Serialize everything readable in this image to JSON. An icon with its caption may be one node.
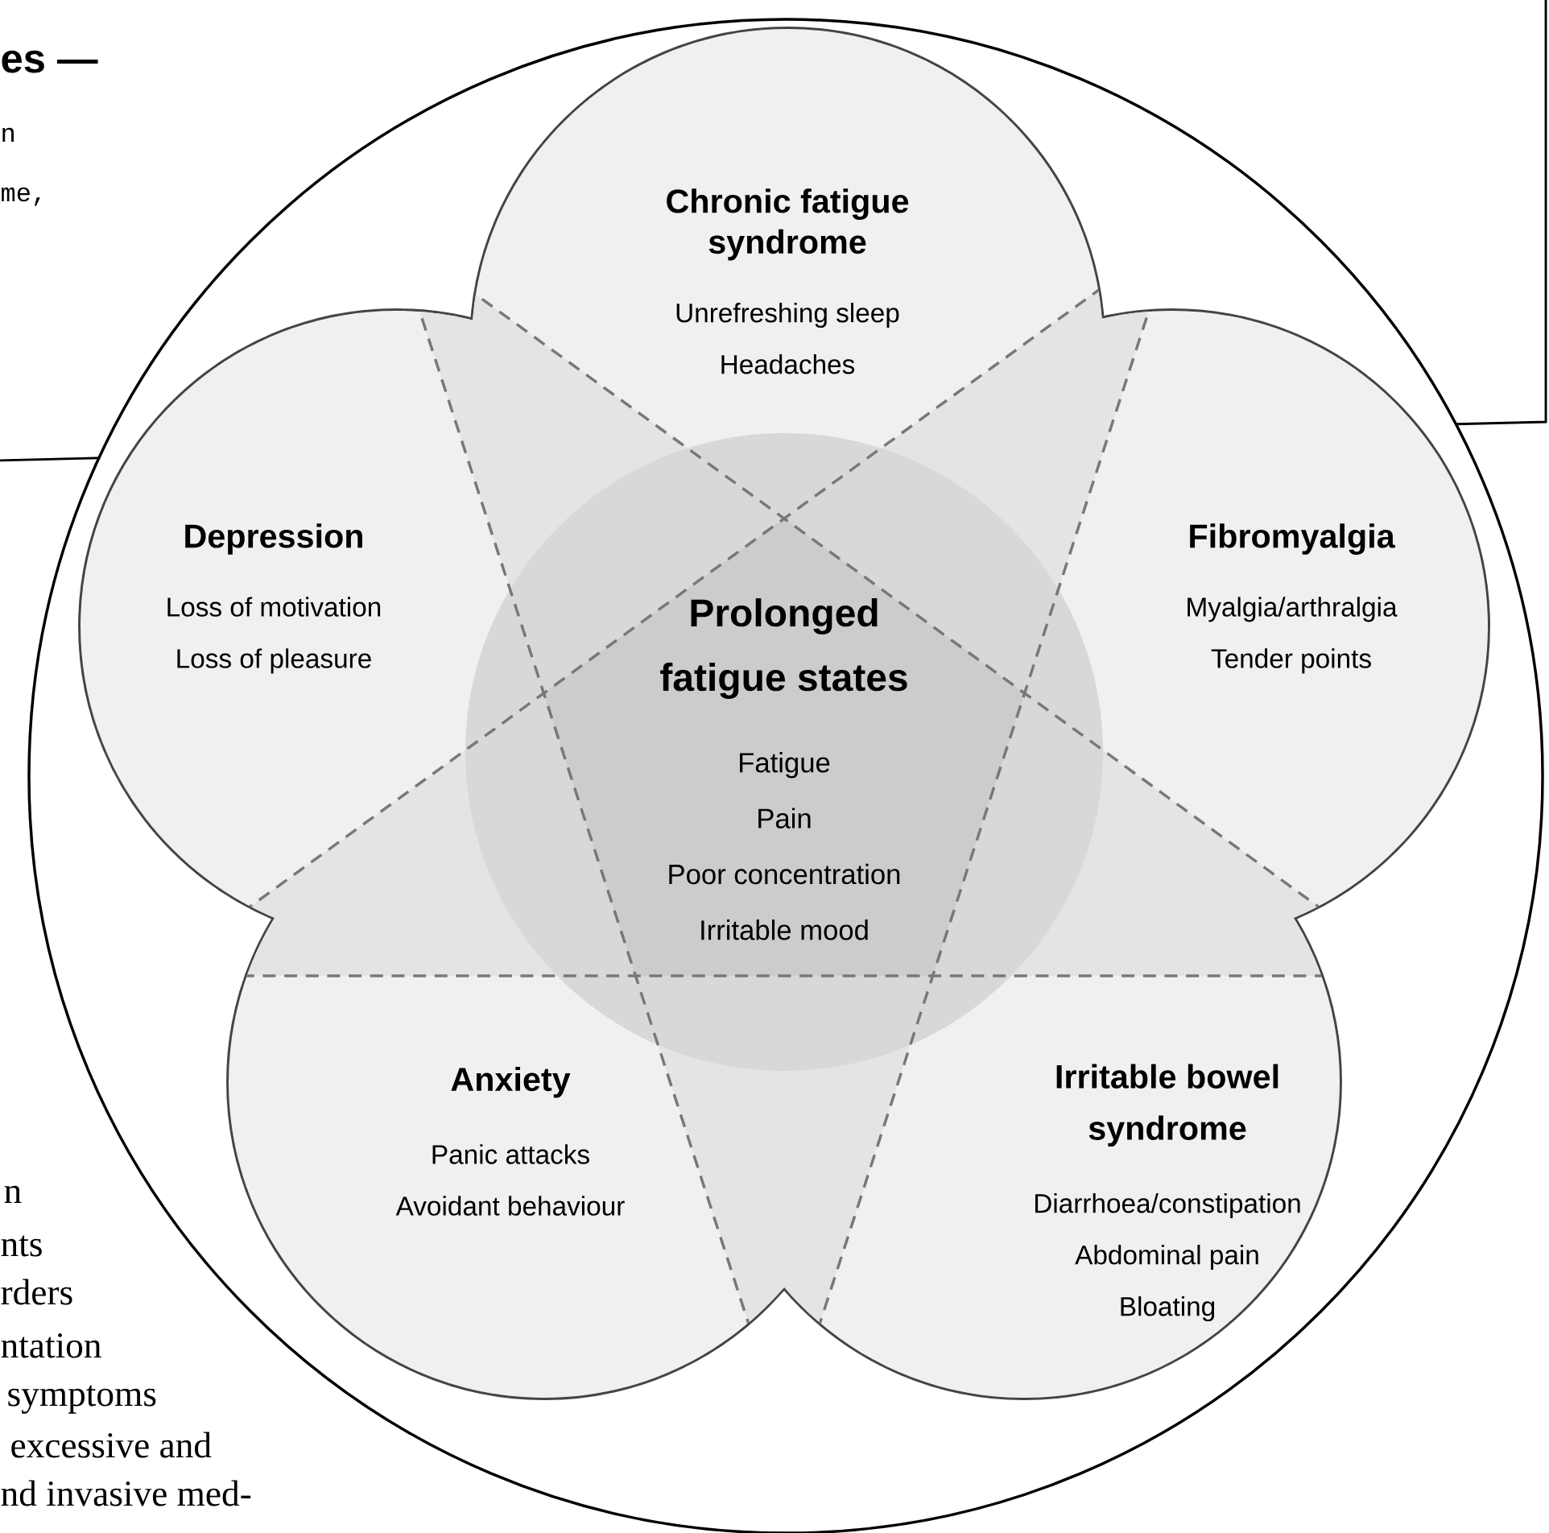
{
  "diagram": {
    "nodes": [
      {
        "text": [],
        "shape": "circle"
      },
      {
        "text": [
          "Chronic fatigue syndrome",
          "Unrefreshing sleep",
          "Headaches"
        ],
        "in": 0
      },
      {
        "text": [
          "Depression",
          "Loss of motivation",
          "Loss of pleasure"
        ],
        "in": 0
      },
      {
        "text": [
          "Fibromyalgia",
          "Myalgia/arthralgia",
          "Tender points"
        ],
        "in": 0
      },
      {
        "text": [
          "Prolonged fatigue states",
          "Fatigue",
          "Pain",
          "Poor concentration",
          "Irritable mood"
        ],
        "in": 0
      },
      {
        "text": [
          "Anxiety",
          "Panic attacks",
          "Avoidant behaviour"
        ],
        "in": 0
      },
      {
        "text": [
          "Irritable bowel syndrome",
          "Diarrhoea/constipation",
          "Abdominal pain",
          "Bloating"
        ],
        "in": 0
      }
    ],
    "labels": [
      "es —",
      "n",
      "me,",
      "n",
      "nts",
      "rders",
      "ntation",
      "symptoms",
      "excessive and",
      "nd invasive med-"
    ]
  }
}
